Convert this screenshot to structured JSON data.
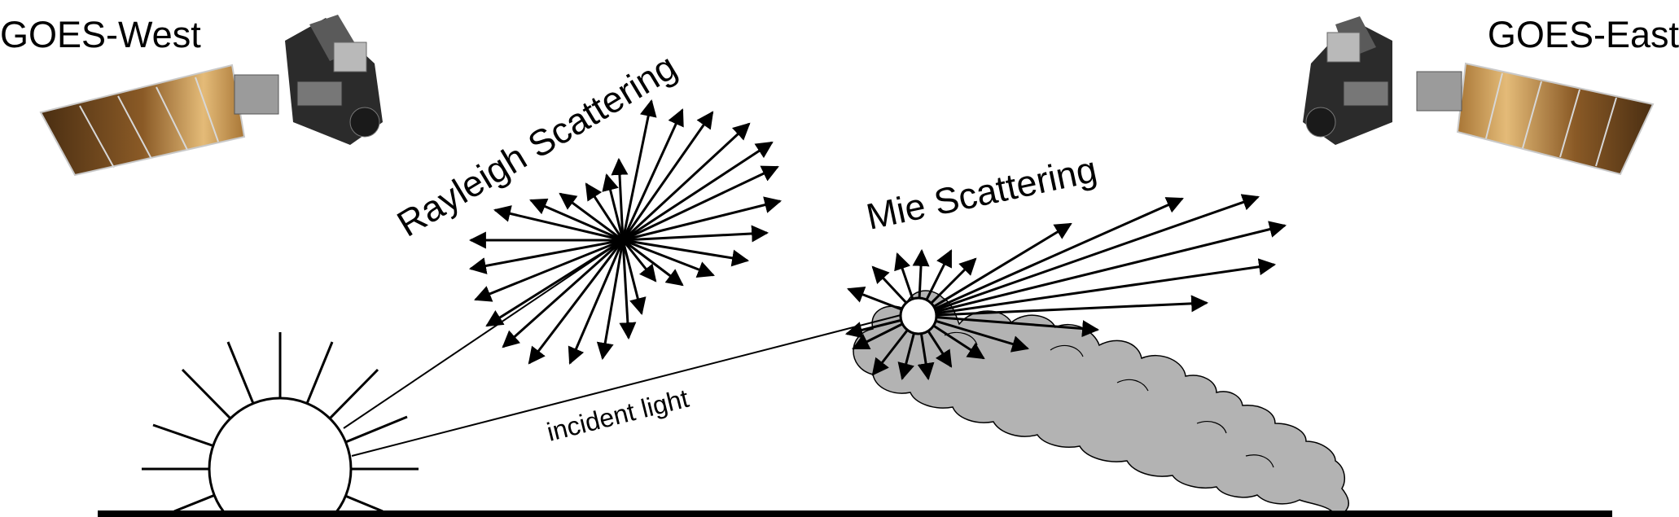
{
  "labels": {
    "goes_west": "GOES-West",
    "goes_east": "GOES-East",
    "rayleigh": "Rayleigh Scattering",
    "mie": "Mie Scattering",
    "incident": "incident light"
  },
  "colors": {
    "ink": "#000000",
    "cloud": "#b3b3b3",
    "panel_dark": "#5b3a17",
    "panel_light": "#e2b873",
    "satellite_body": "#2a2a2a"
  }
}
